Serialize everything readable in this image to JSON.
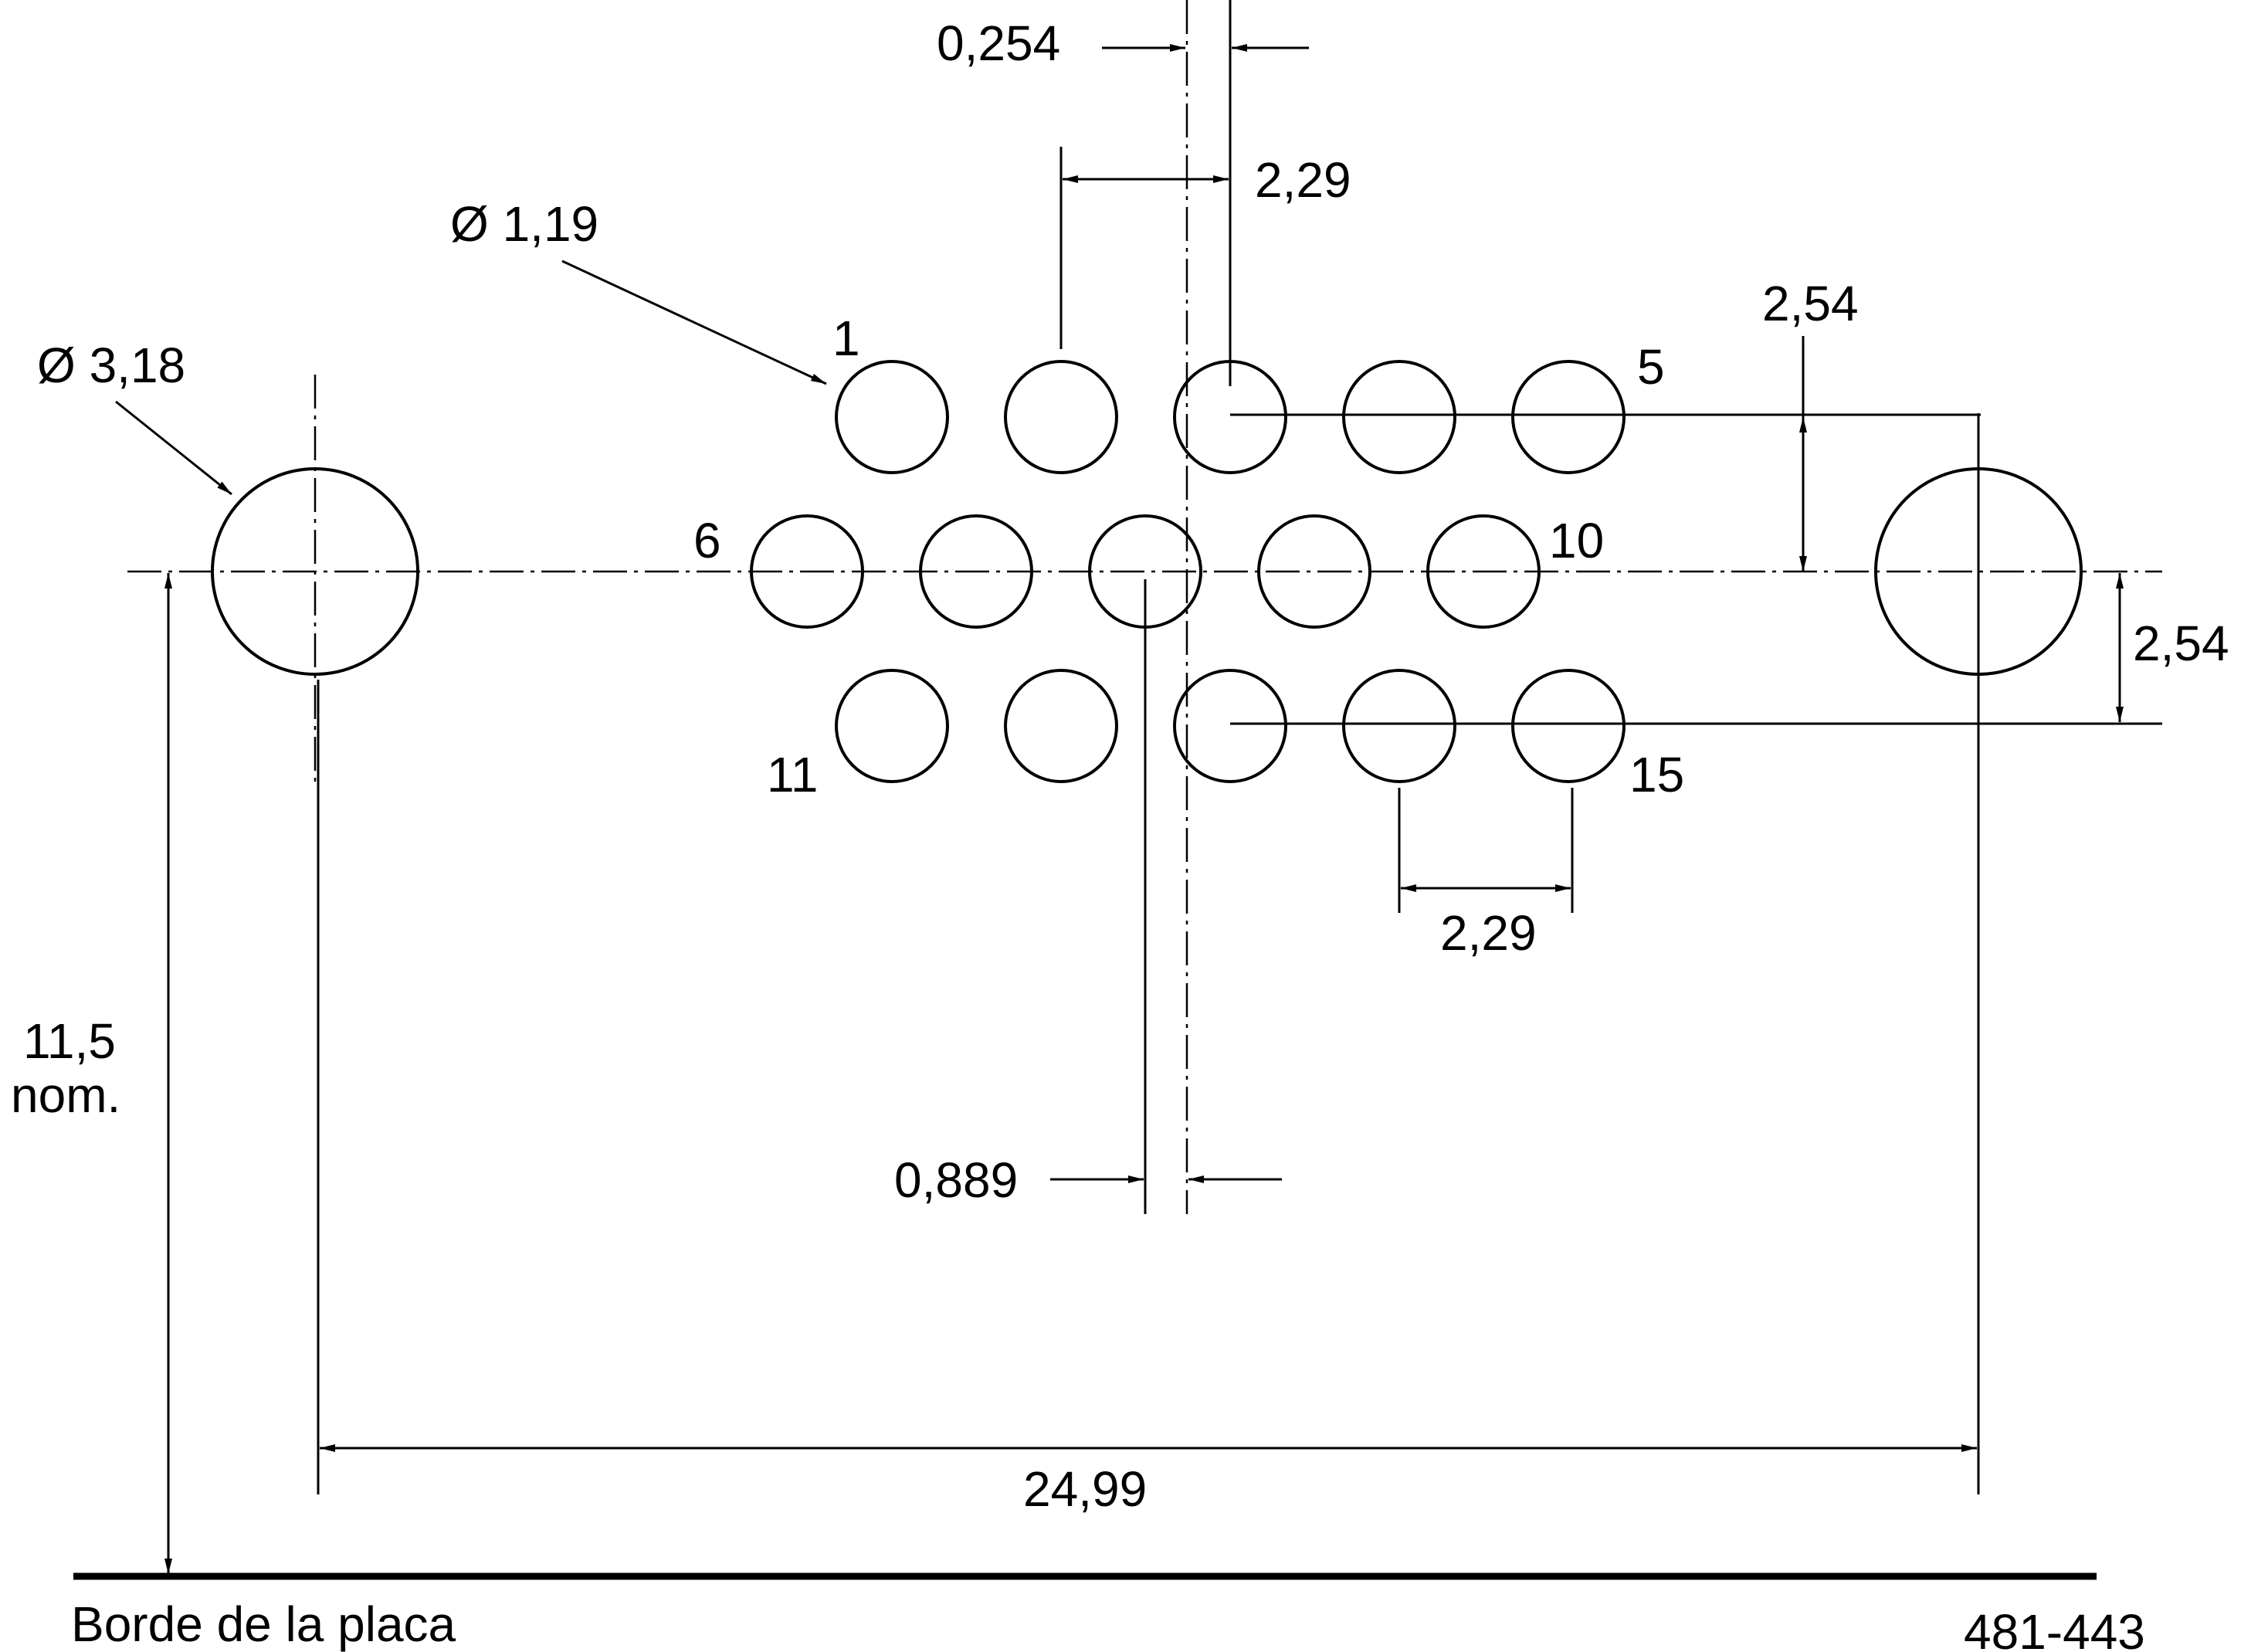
{
  "dimensions": {
    "offset_top": "0,254",
    "pitch_top": "2,29",
    "pin_hole_dia": "Ø 1,19",
    "mount_hole_dia": "Ø 3,18",
    "row_pitch_right": "2,54",
    "row_pitch_right_lower": "2,54",
    "pitch_bottom": "2,29",
    "offset_bottom": "0,889",
    "height_value": "11,5",
    "height_suffix": "nom.",
    "mount_spacing": "24,99"
  },
  "pin_labels": {
    "pin_1": "1",
    "pin_5": "5",
    "pin_6": "6",
    "pin_10": "10",
    "pin_11": "11",
    "pin_15": "15"
  },
  "board_edge_label": "Borde de la placa",
  "figure_code": "481-443"
}
